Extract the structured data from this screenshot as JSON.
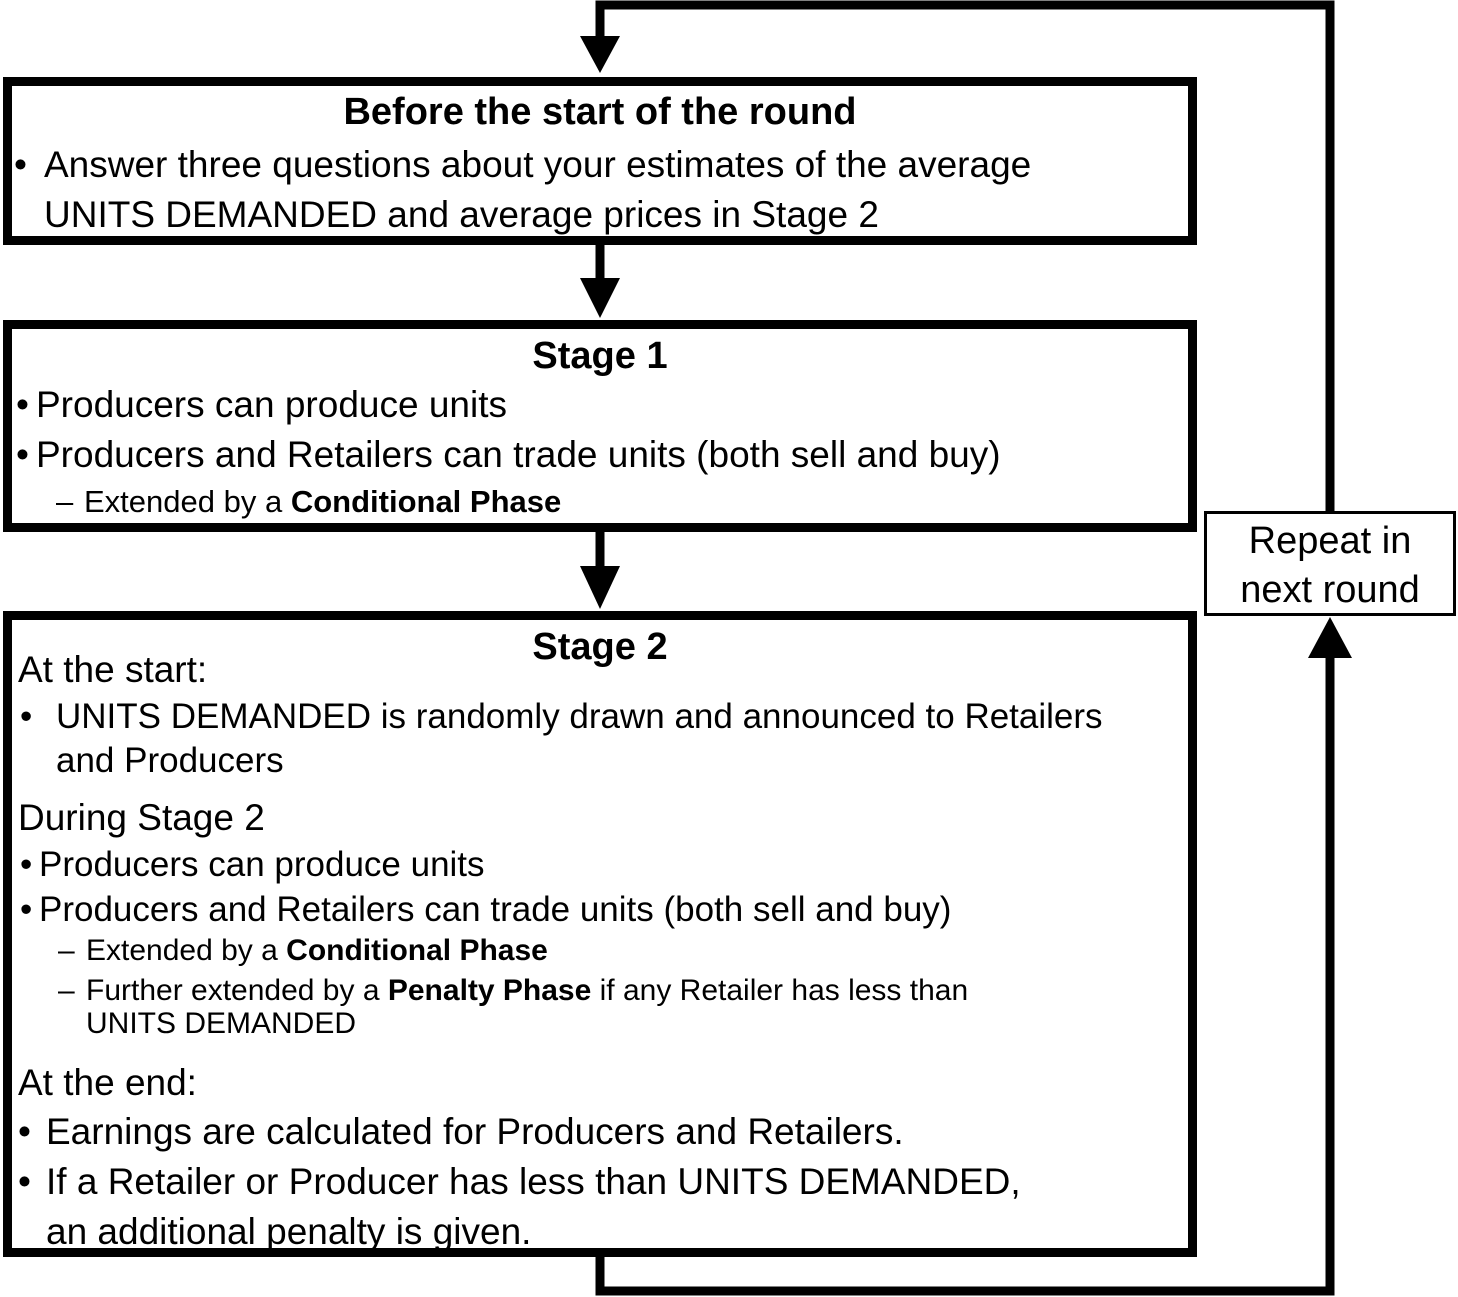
{
  "box1": {
    "title": "Before the start of the round",
    "bullet_char": "•",
    "line1": "Answer three questions about your estimates of the average",
    "line2": "UNITS DEMANDED and average prices in Stage 2"
  },
  "box2": {
    "title": "Stage 1",
    "bullet_char": "•",
    "bullet1": "Producers can produce units",
    "bullet2": "Producers and Retailers can trade units (both sell and buy)",
    "dash": "–",
    "sub_prefix": "Extended by a ",
    "sub_bold": "Conditional Phase"
  },
  "box3": {
    "title": "Stage 2",
    "bullet_char": "•",
    "dash": "–",
    "start_heading": "At the start:",
    "start_line1": "UNITS DEMANDED is randomly drawn and announced to Retailers",
    "start_line2": "and Producers",
    "during_heading": "During Stage 2",
    "during_bullet1": "Producers can produce units",
    "during_bullet2": "Producers and Retailers can trade units (both sell and buy)",
    "sub1_prefix": "Extended by a ",
    "sub1_bold": "Conditional Phase",
    "sub2_prefix": "Further extended by a ",
    "sub2_bold": "Penalty Phase",
    "sub2_suffix": " if any Retailer has less than",
    "sub2_line2": "UNITS DEMANDED",
    "end_heading": "At the end:",
    "end_bullet1": "Earnings are calculated for Producers and Retailers.",
    "end_bullet2_line1": "If a Retailer or Producer has less than UNITS DEMANDED,",
    "end_bullet2_line2": "an additional penalty is given."
  },
  "repeat_box": {
    "line1": "Repeat in",
    "line2": "next round"
  }
}
